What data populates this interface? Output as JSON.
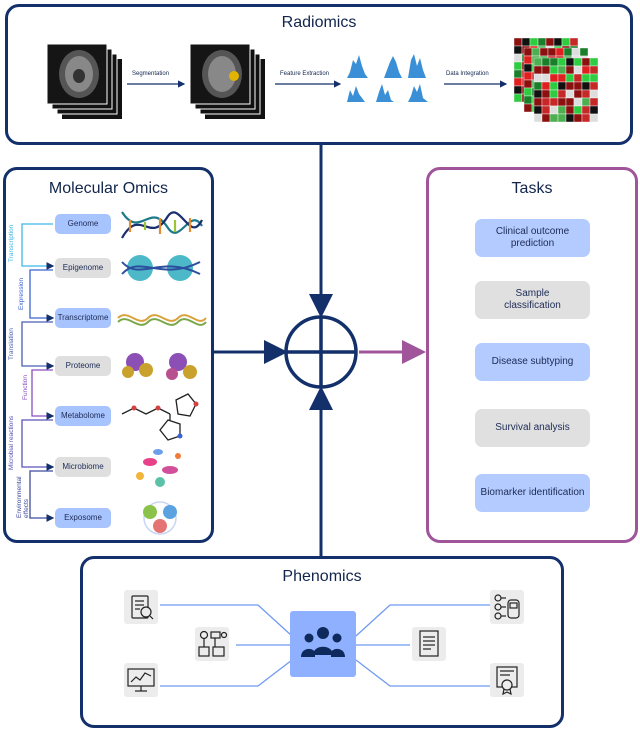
{
  "radiomics": {
    "title": "Radiomics",
    "steps": [
      "Segmentation",
      "Feature Extraction",
      "Data Integration"
    ]
  },
  "molecular": {
    "title": "Molecular Omics",
    "omics": [
      "Genome",
      "Epigenome",
      "Transcriptome",
      "Proteome",
      "Metabolome",
      "Microbiome",
      "Exposome"
    ],
    "processes": [
      "Transcription",
      "Expression",
      "Translation",
      "Function",
      "Microbial reactions",
      "Environmental effects"
    ]
  },
  "tasks": {
    "title": "Tasks",
    "items": [
      {
        "line1": "Clinical outcome",
        "line2": "prediction"
      },
      {
        "line1": "Sample",
        "line2": "classification"
      },
      {
        "line1": "Disease subtyping",
        "line2": ""
      },
      {
        "line1": "Survival analysis",
        "line2": ""
      },
      {
        "line1": "Biomarker identification",
        "line2": ""
      }
    ]
  },
  "phenomics": {
    "title": "Phenomics"
  },
  "icons": {
    "hub": "people-group-icon",
    "left": [
      "clipboard-checklist-icon",
      "workflow-devices-icon",
      "monitor-chart-icon"
    ],
    "right": [
      "flow-glucometer-icon",
      "document-list-icon",
      "certificate-icon"
    ]
  },
  "colors": {
    "navy": "#13306b",
    "purple": "#a0559b",
    "light_blue_box": "#a8c4ff",
    "grey_box": "#dfdfdf",
    "line_blue": "#6f9af0"
  }
}
